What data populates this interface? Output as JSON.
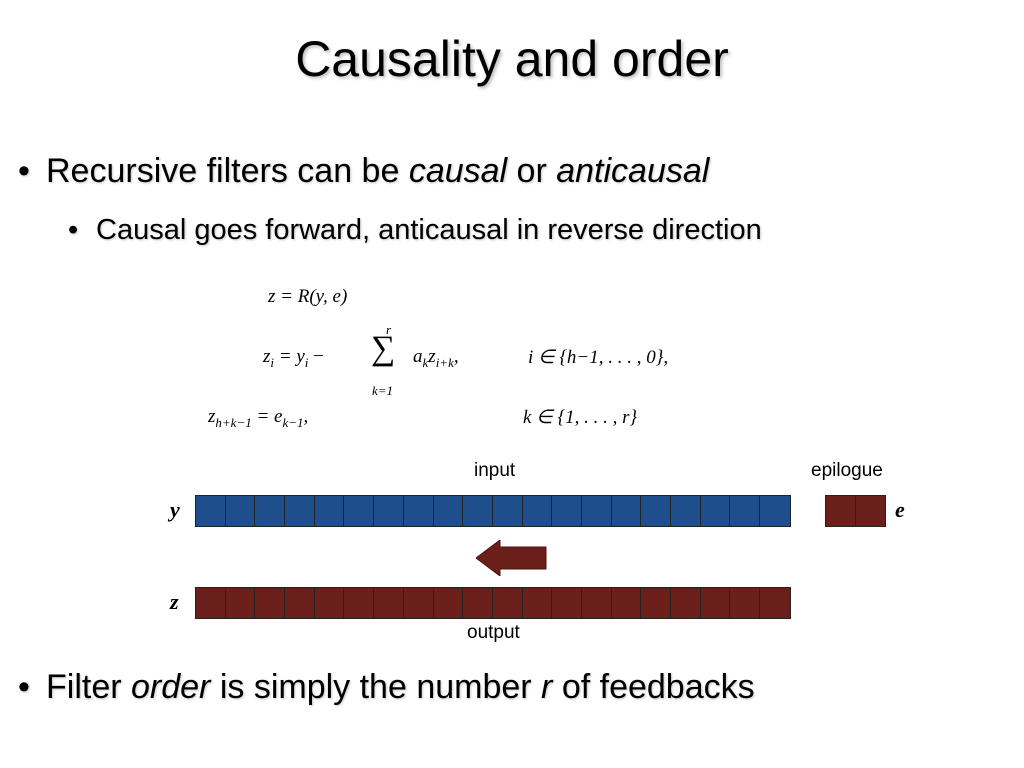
{
  "slide": {
    "title": "Causality and order",
    "bullet1": {
      "before": "Recursive filters can be ",
      "em1": "causal",
      "mid": " or ",
      "em2": "anticausal"
    },
    "sub1": "Causal goes forward, anticausal in reverse direction",
    "bullet2": {
      "before": "Filter ",
      "em1": "order",
      "mid": " is simply the number ",
      "em2": "r",
      "after": " of feedbacks"
    }
  },
  "equations": {
    "eq1": "z = R(y, e)",
    "eq2_lhs": "z",
    "eq2_sub": "i",
    "eq2_rhs1": "= y",
    "eq2_rhs1_sub": "i",
    "eq2_minus": "−",
    "sum_top": "r",
    "sum_bottom": "k=1",
    "eq2_term": "a",
    "eq2_term_sub": "k",
    "eq2_z": "z",
    "eq2_z_sub": "i+k",
    "eq2_cond": "i ∈ {h−1, . . . , 0},",
    "eq3_lhs": "z",
    "eq3_lhs_sub": "h+k−1",
    "eq3_rhs": "= e",
    "eq3_rhs_sub": "k−1",
    "eq3_cond": "k ∈ {1, . . . , r}"
  },
  "diagram": {
    "input_label": "input",
    "epilogue_label": "epilogue",
    "output_label": "output",
    "y_label": "y",
    "e_label": "e",
    "z_label": "z",
    "input_cells": 20,
    "epilogue_cells": 2,
    "output_cells": 20,
    "colors": {
      "input": "#1f4e8c",
      "output": "#6b1f1a",
      "arrow": "#6b1f1a"
    }
  }
}
